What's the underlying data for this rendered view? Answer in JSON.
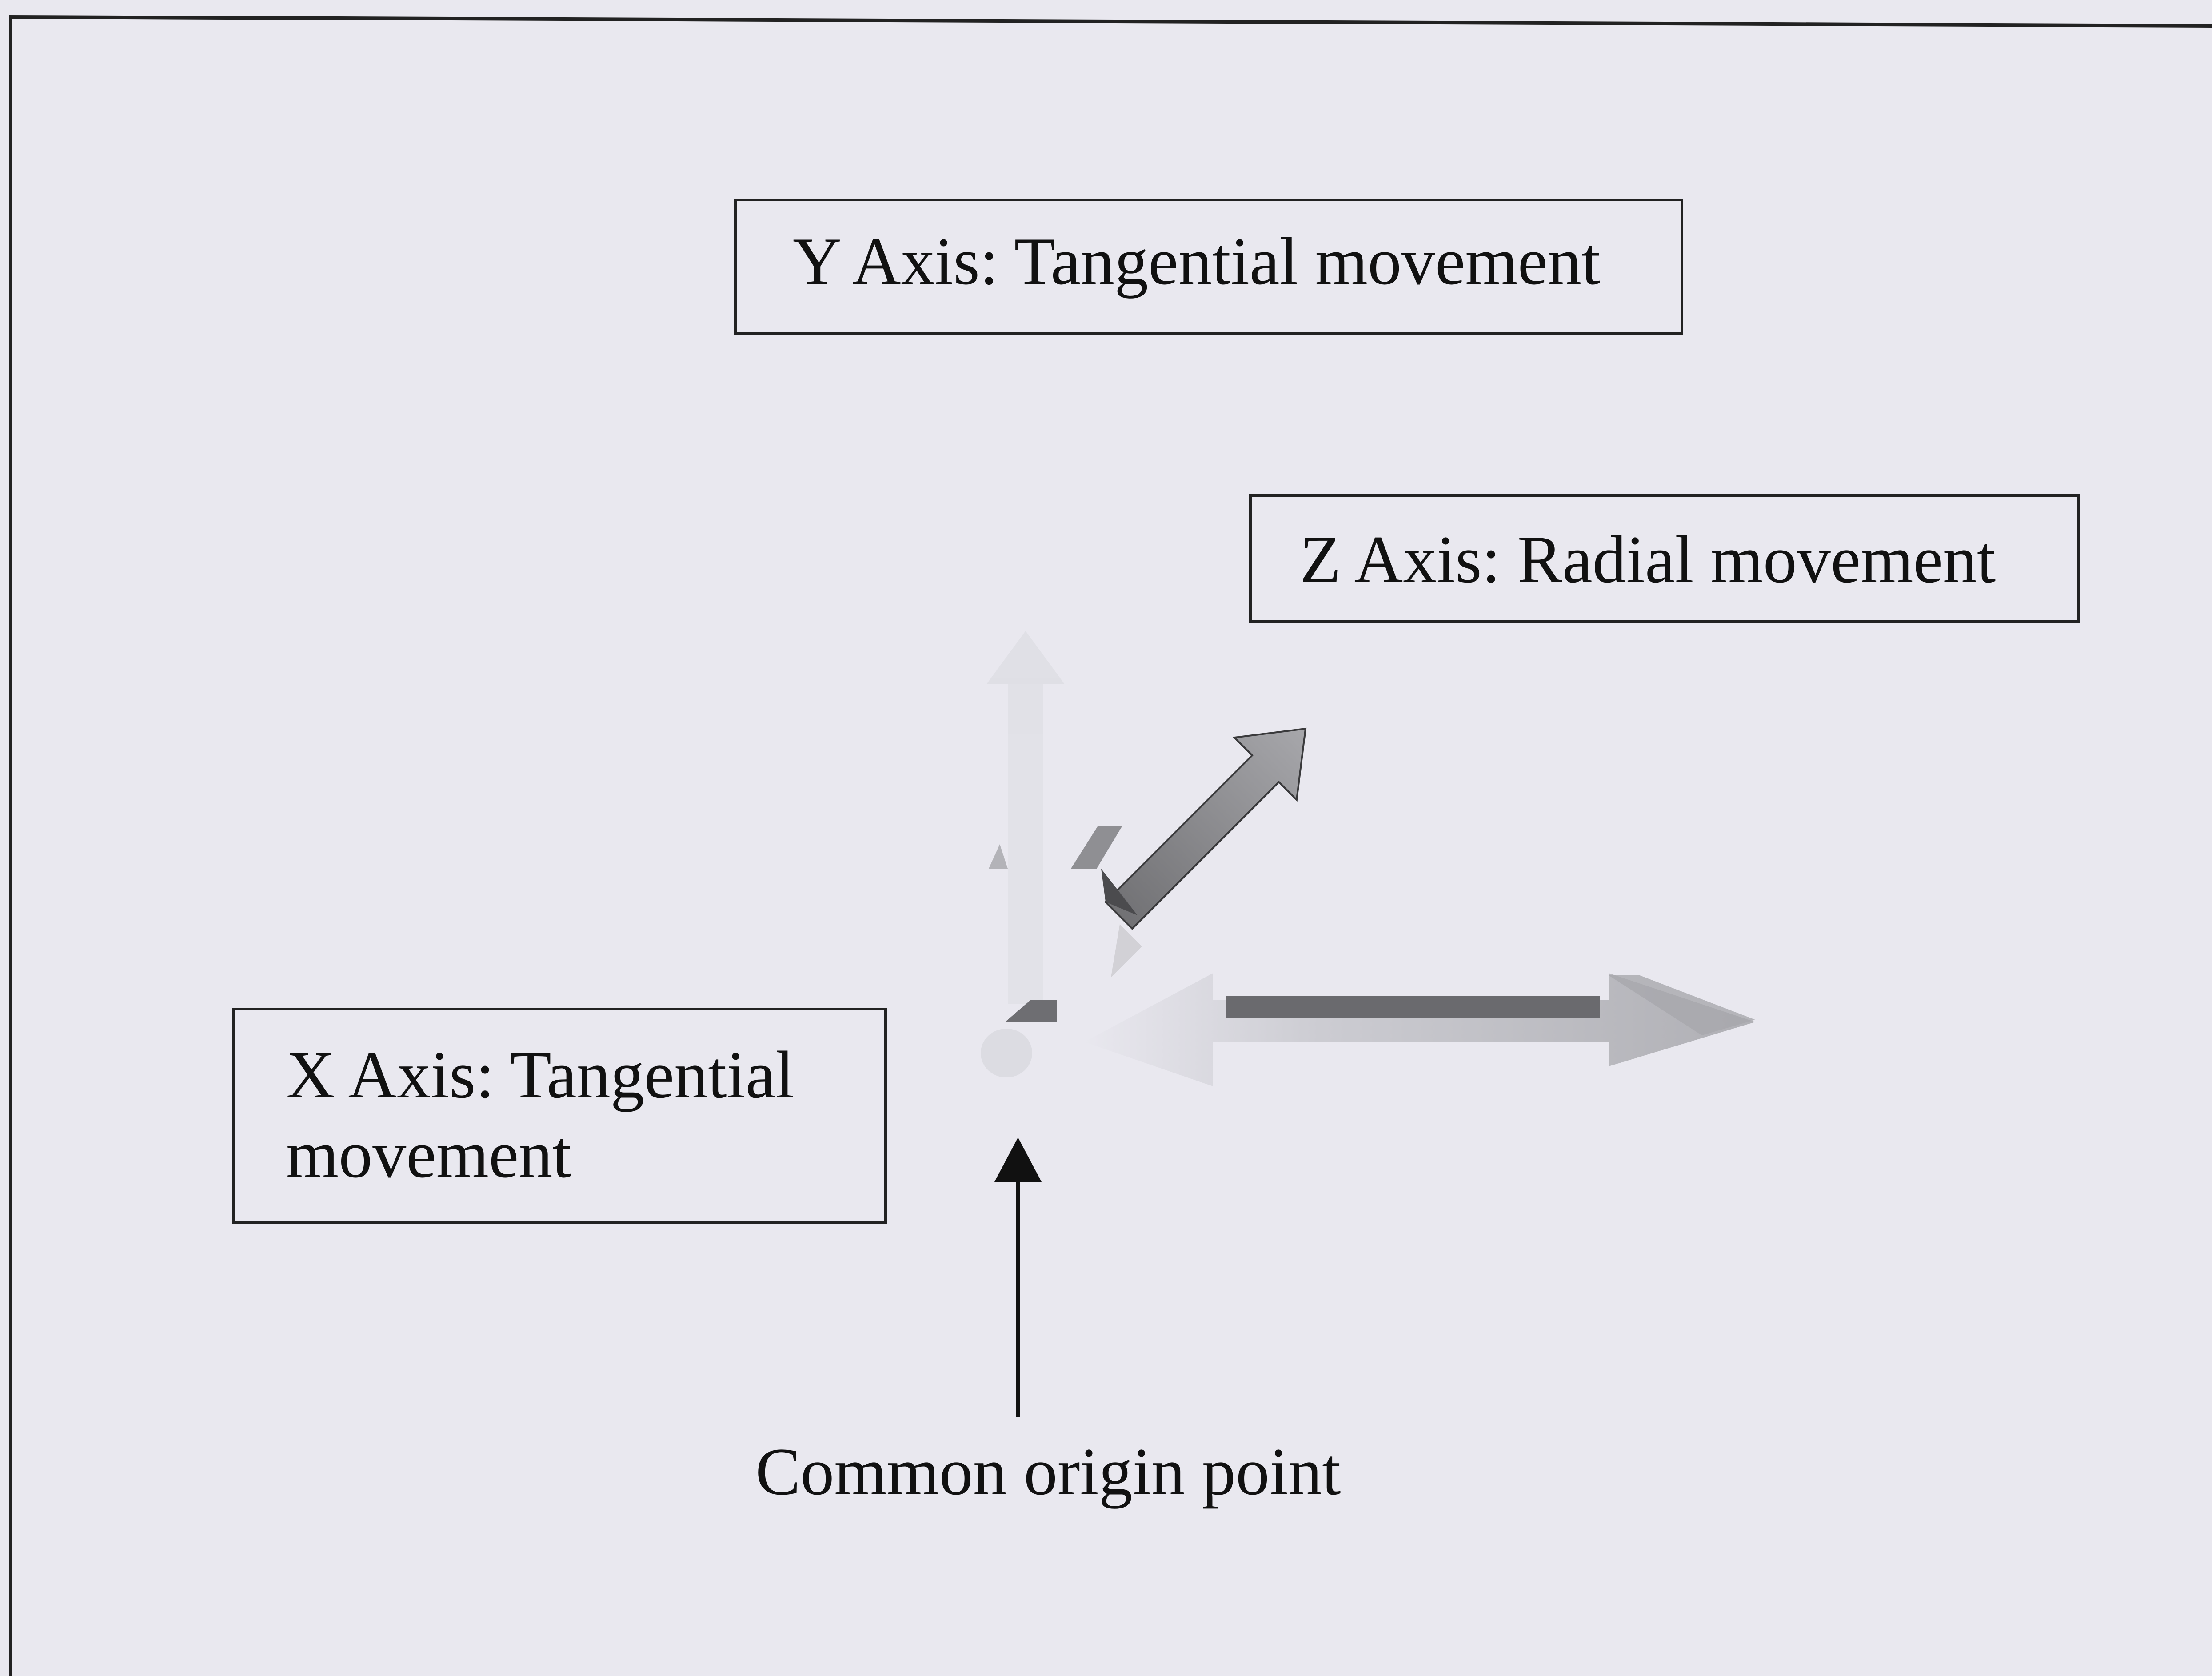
{
  "labels": {
    "y_axis": "Y Axis: Tangential movement",
    "z_axis": "Z Axis: Radial movement",
    "x_axis_line1": "X Axis: Tangential",
    "x_axis_line2": "movement",
    "origin": "Common origin point"
  },
  "colors": {
    "background": "#e9e8ef",
    "frame": "#222222",
    "arrow_dark": "#5a5a5a",
    "arrow_light": "#cfcfd4"
  }
}
